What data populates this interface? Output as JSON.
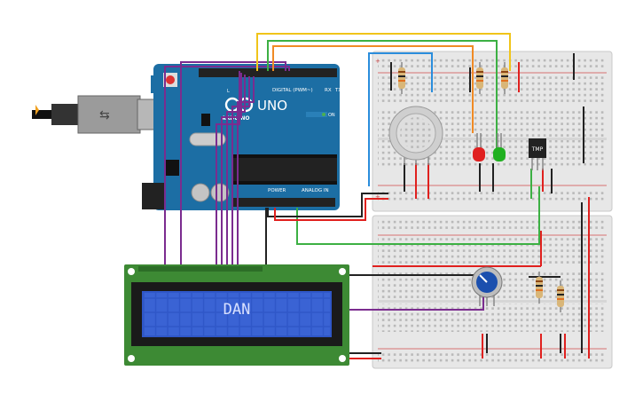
{
  "arduino": {
    "brand": "ARDUINO",
    "model": "UNO",
    "digital_label": "DIGITAL (PWM~)",
    "analog_label": "ANALOG IN",
    "power_label": "POWER",
    "on_label": "ON",
    "tx_label": "TX",
    "rx_label": "RX",
    "l_label": "L"
  },
  "lcd": {
    "text": "DAN",
    "backlight_color": "#2f57c8",
    "pcb_color": "#3d8a34"
  },
  "tmp_sensor": {
    "label": "TMP"
  },
  "leds": [
    {
      "color": "#e02020"
    },
    {
      "color": "#20b020"
    }
  ],
  "colors": {
    "wire_yellow": "#f0c419",
    "wire_green": "#3cb043",
    "wire_orange": "#f08a24",
    "wire_blue": "#2a8ddc",
    "wire_purple": "#7b2c8f",
    "wire_black": "#222222",
    "wire_red": "#e0201e",
    "arduino_blue": "#1c6ea4",
    "breadboard": "#e9e9e9"
  }
}
